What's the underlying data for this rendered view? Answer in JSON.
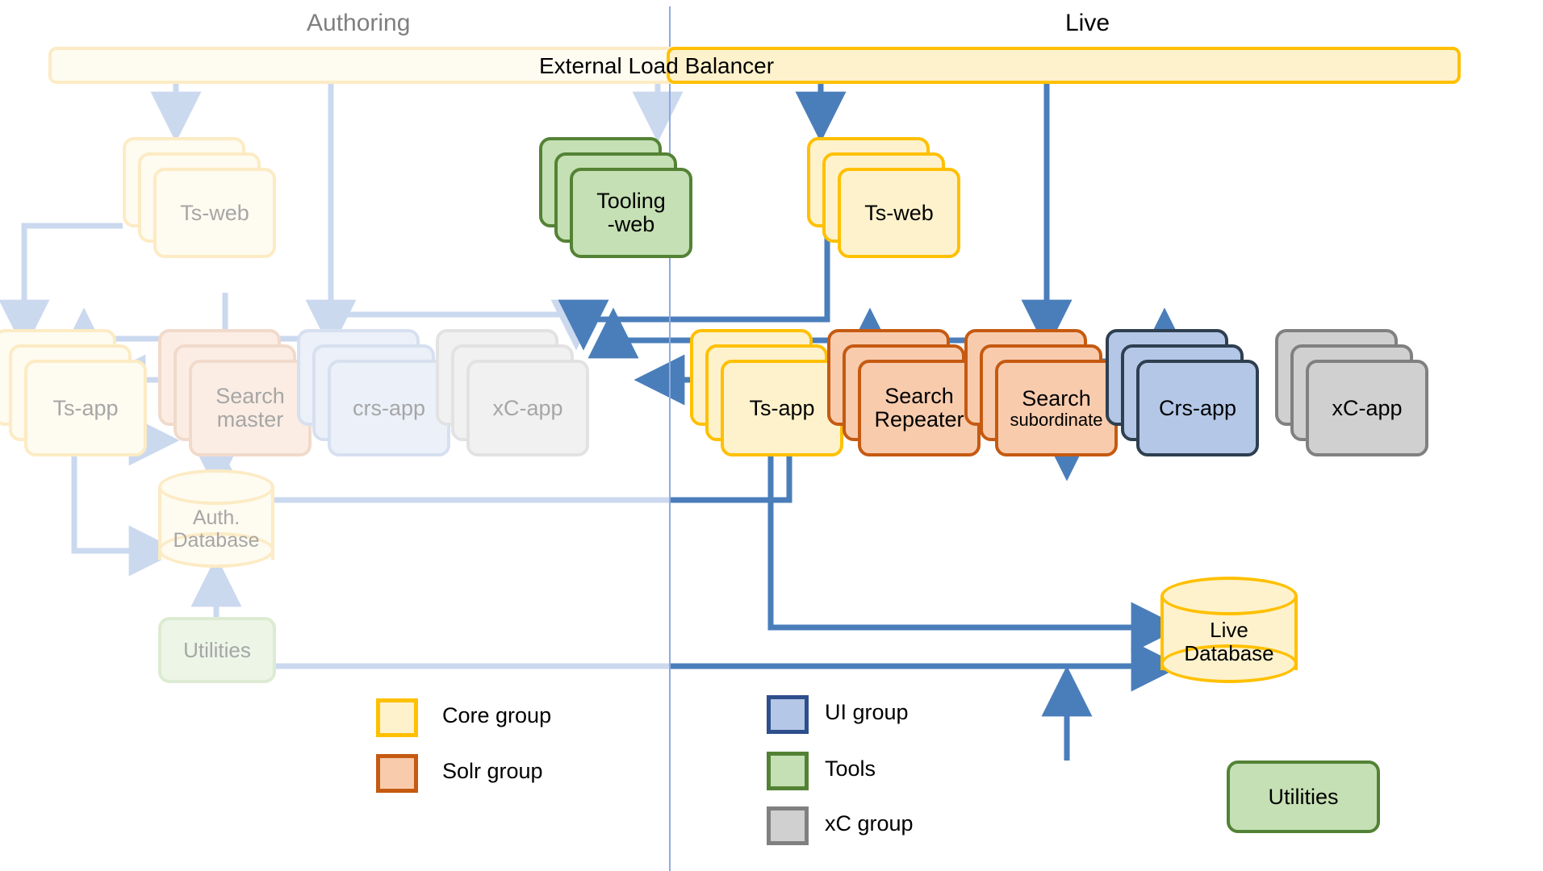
{
  "diagram": {
    "title_authoring": "Authoring",
    "title_live": "Live",
    "load_balancer": "External Load Balancer"
  },
  "authoring": {
    "web": {
      "label": "Ts-web"
    },
    "apps": [
      {
        "label": "Ts-app"
      },
      {
        "label_line1": "Search",
        "label_line2": "master"
      },
      {
        "label": "crs-app"
      },
      {
        "label": "xC-app"
      }
    ],
    "database": {
      "line1": "Auth.",
      "line2": "Database"
    },
    "utilities": {
      "label": "Utilities"
    }
  },
  "live": {
    "tooling_web": {
      "line1": "Tooling",
      "line2": "-web"
    },
    "web": {
      "label": "Ts-web"
    },
    "apps": [
      {
        "label": "Ts-app"
      },
      {
        "label_line1": "Search",
        "label_line2": "Repeater"
      },
      {
        "label_line1": "Search",
        "label_line2": "subordinate"
      },
      {
        "label": "Crs-app"
      },
      {
        "label": "xC-app"
      }
    ],
    "database": {
      "line1": "Live",
      "line2": "Database"
    },
    "utilities": {
      "label": "Utilities"
    }
  },
  "legend": {
    "left": [
      {
        "label": "Core group",
        "fill": "#FEF2CC",
        "border": "#FFC000"
      },
      {
        "label": "Solr group",
        "fill": "#F8CBAD",
        "border": "#C55A11"
      }
    ],
    "right": [
      {
        "label": "UI group",
        "fill": "#B4C7E7",
        "border": "#2E4E8C"
      },
      {
        "label": "Tools",
        "fill": "#C5E0B4",
        "border": "#548235"
      },
      {
        "label": "xC group",
        "fill": "#D0D0D0",
        "border": "#808080"
      }
    ]
  },
  "colors": {
    "accent_core": "#FFC000",
    "accent_solr": "#C55A11",
    "accent_ui": "#2E4E8C",
    "accent_tools": "#548235",
    "accent_xc": "#808080",
    "arrow_live": "#4A7EBB",
    "arrow_faded": "#CBD9EF",
    "divider": "#8FAADC"
  }
}
